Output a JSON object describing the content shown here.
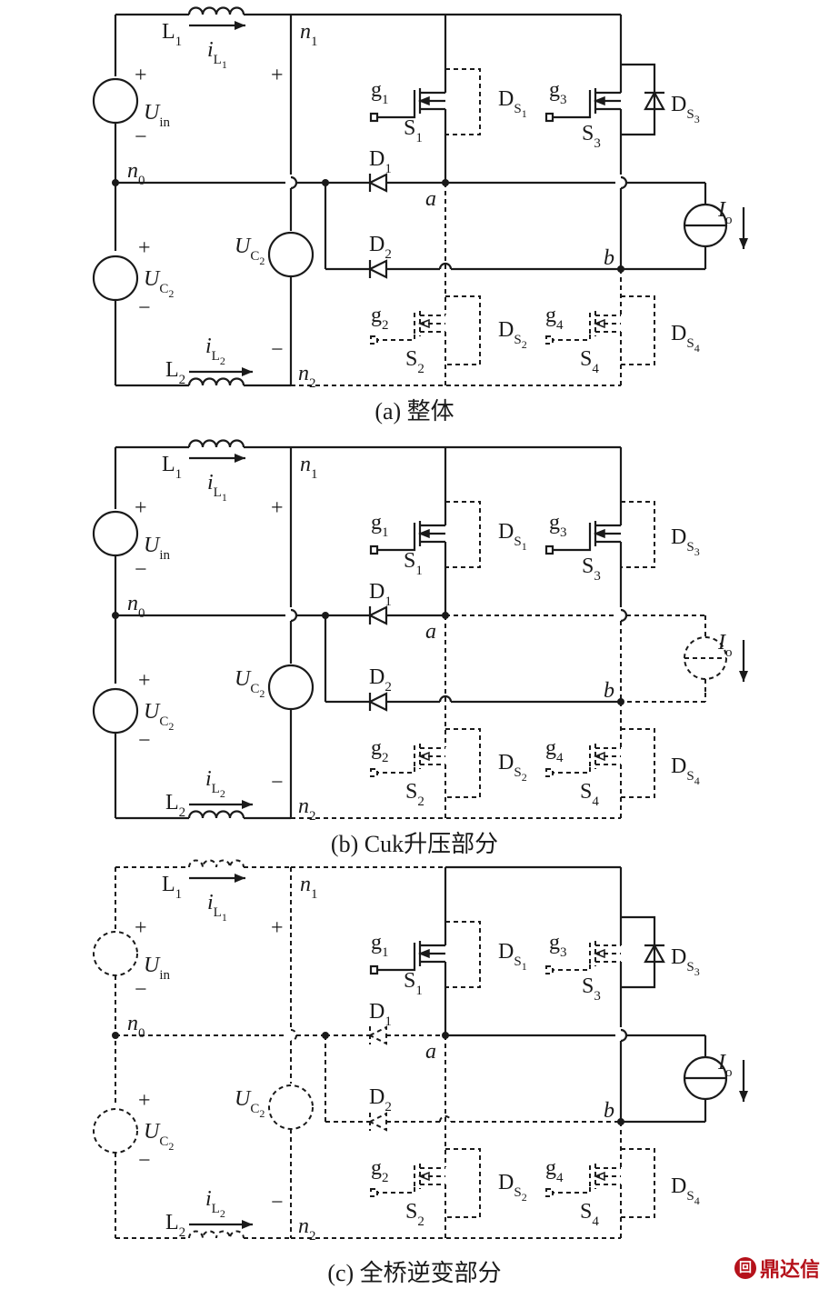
{
  "panels": [
    {
      "caption": "(a) 整体"
    },
    {
      "caption": "(b) Cuk升压部分"
    },
    {
      "caption": "(c) 全桥逆变部分"
    }
  ],
  "labels": {
    "L1": "L",
    "L1_sub": "1",
    "L2": "L",
    "L2_sub": "2",
    "iL1": "i",
    "iL1_sub": "L",
    "iL1_subsub": "1",
    "iL2": "i",
    "iL2_sub": "L",
    "iL2_subsub": "2",
    "Uin": "U",
    "Uin_sub": "in",
    "UC2": "U",
    "UC2_sub": "C",
    "UC2_subsub": "2",
    "n0": "n",
    "n0_sub": "0",
    "n1": "n",
    "n1_sub": "1",
    "n2": "n",
    "n2_sub": "2",
    "D1": "D",
    "D1_sub": "1",
    "D2": "D",
    "D2_sub": "2",
    "a": "a",
    "b": "b",
    "Io": "I",
    "Io_sub": "o",
    "g1": "g",
    "g1_sub": "1",
    "g2": "g",
    "g2_sub": "2",
    "g3": "g",
    "g3_sub": "3",
    "g4": "g",
    "g4_sub": "4",
    "S1": "S",
    "S1_sub": "1",
    "S2": "S",
    "S2_sub": "2",
    "S3": "S",
    "S3_sub": "3",
    "S4": "S",
    "S4_sub": "4",
    "DS1": "D",
    "DS1_sub": "S",
    "DS1_subsub": "1",
    "DS2": "D",
    "DS2_sub": "S",
    "DS2_subsub": "2",
    "DS3": "D",
    "DS3_sub": "S",
    "DS3_subsub": "3",
    "DS4": "D",
    "DS4_sub": "S",
    "DS4_subsub": "4",
    "plus": "+",
    "minus": "−"
  },
  "watermark": {
    "text": "鼎达信",
    "color": "#b5121b"
  }
}
